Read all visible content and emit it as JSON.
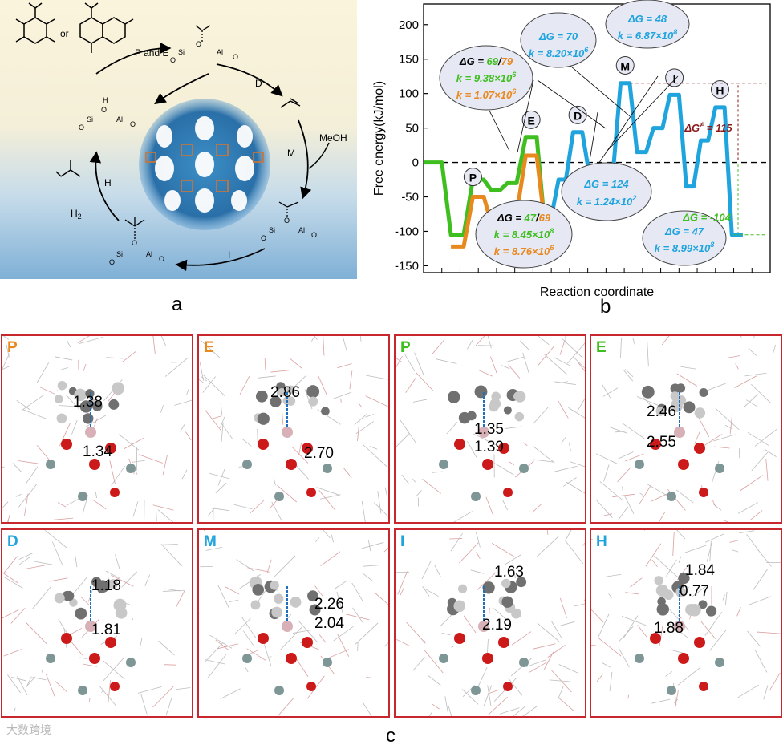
{
  "panel_labels": {
    "a": "a",
    "b": "b",
    "c": "c"
  },
  "scheme": {
    "reactant_or": "or",
    "step_PE": "P and E",
    "step_D": "D",
    "step_M": "M",
    "methanol": "MeOH",
    "step_I": "I",
    "step_H": "H",
    "h2": "H",
    "h2_sub": "2"
  },
  "colors": {
    "green": "#3fbf1f",
    "orange": "#e8891e",
    "blue": "#1fa4dd",
    "darkred": "#8b1a1a",
    "frame": "#c8282d"
  },
  "chart_data": {
    "type": "line",
    "ylabel": "Free energy(kJ/mol)",
    "xlabel": "Reaction coordinate",
    "ylim": [
      -160,
      230
    ],
    "yticks": [
      "200",
      "150",
      "100",
      "50",
      "0",
      "-50",
      "-100",
      "-150"
    ],
    "ytick_values": [
      200,
      150,
      100,
      50,
      0,
      -50,
      -100,
      -150
    ],
    "series": [
      {
        "color": "green",
        "points": [
          [
            0,
            0
          ],
          [
            1,
            0
          ],
          [
            1.5,
            -105
          ],
          [
            2.2,
            -105
          ],
          [
            2.7,
            -25
          ],
          [
            3.3,
            -25
          ],
          [
            3.7,
            -40
          ],
          [
            4.2,
            -40
          ],
          [
            4.6,
            -30
          ],
          [
            5.1,
            -30
          ],
          [
            5.6,
            37
          ],
          [
            6.2,
            37
          ],
          [
            6.6,
            -80
          ]
        ]
      },
      {
        "color": "orange",
        "points": [
          [
            1.5,
            -122
          ],
          [
            2.2,
            -122
          ],
          [
            2.7,
            -50
          ],
          [
            3.3,
            -50
          ],
          [
            3.7,
            -87
          ],
          [
            4.2,
            -87
          ],
          [
            4.6,
            -75
          ],
          [
            5.1,
            -75
          ],
          [
            5.6,
            10
          ],
          [
            6.2,
            10
          ],
          [
            6.6,
            -80
          ],
          [
            7,
            -80
          ]
        ]
      },
      {
        "color": "blue",
        "points": [
          [
            7,
            -80
          ],
          [
            7.4,
            -25
          ],
          [
            7.8,
            -25
          ],
          [
            8.2,
            44
          ],
          [
            8.7,
            44
          ],
          [
            9.1,
            -20
          ],
          [
            9.6,
            -20
          ],
          [
            10,
            -10
          ],
          [
            10.4,
            -10
          ],
          [
            10.8,
            115
          ],
          [
            11.3,
            115
          ],
          [
            11.7,
            15
          ],
          [
            12.2,
            15
          ],
          [
            12.6,
            50
          ],
          [
            13.1,
            50
          ],
          [
            13.5,
            98
          ],
          [
            14,
            98
          ],
          [
            14.4,
            -35
          ],
          [
            14.8,
            -35
          ],
          [
            15.2,
            32
          ],
          [
            15.6,
            32
          ],
          [
            16,
            80
          ],
          [
            16.5,
            80
          ],
          [
            16.9,
            -105
          ],
          [
            17.5,
            -105
          ]
        ]
      }
    ],
    "state_labels": [
      "P",
      "E",
      "D",
      "M",
      "I",
      "H"
    ],
    "annotations": {
      "pe_top": {
        "dg_label": "ΔG = ",
        "dg_green": "69",
        "slash": "/",
        "dg_orange": "79",
        "k_green": "k = 9.38×10",
        "k_green_exp": "6",
        "k_orange": "k = 1.07×10",
        "k_orange_exp": "6"
      },
      "pe_bottom": {
        "dg_label": "ΔG = ",
        "dg_green": "47",
        "slash": "/",
        "dg_orange": "69",
        "k_green": "k = 8.45×10",
        "k_green_exp": "8",
        "k_orange": "k = 8.76×10",
        "k_orange_exp": "6"
      },
      "d": {
        "dg": "ΔG = 70",
        "k": "k = 8.20×10",
        "k_exp": "6"
      },
      "m": {
        "dg": "ΔG = 124",
        "k": "k = 1.24×10",
        "k_exp": "2"
      },
      "i": {
        "dg": "ΔG = 48",
        "k": "k = 6.87×10",
        "k_exp": "8"
      },
      "h": {
        "dg": "ΔG = 47",
        "k": "k = 8.99×10",
        "k_exp": "8"
      },
      "barrier": "ΔG",
      "barrier_sup": "≠",
      "barrier_val": " = 115",
      "reaction": "ΔG = -104"
    }
  },
  "structures": [
    {
      "tag": "P",
      "tag_color": "orange",
      "d1": "1.38",
      "d2": "1.34"
    },
    {
      "tag": "E",
      "tag_color": "orange",
      "d1": "2.86",
      "d2": "2.70"
    },
    {
      "tag": "P",
      "tag_color": "green",
      "d1": "1.35",
      "d2": "1.39"
    },
    {
      "tag": "E",
      "tag_color": "green",
      "d1": "2.46",
      "d2": "2.55"
    },
    {
      "tag": "D",
      "tag_color": "blue",
      "d1": "1.18",
      "d2": "1.81"
    },
    {
      "tag": "M",
      "tag_color": "blue",
      "d1": "2.26",
      "d2": "2.04"
    },
    {
      "tag": "I",
      "tag_color": "blue",
      "d1": "1.63",
      "d2": "2.19"
    },
    {
      "tag": "H",
      "tag_color": "blue",
      "d1": "1.84",
      "d2": "0.77",
      "d3": "1.88"
    }
  ],
  "watermark": "大数跨境"
}
